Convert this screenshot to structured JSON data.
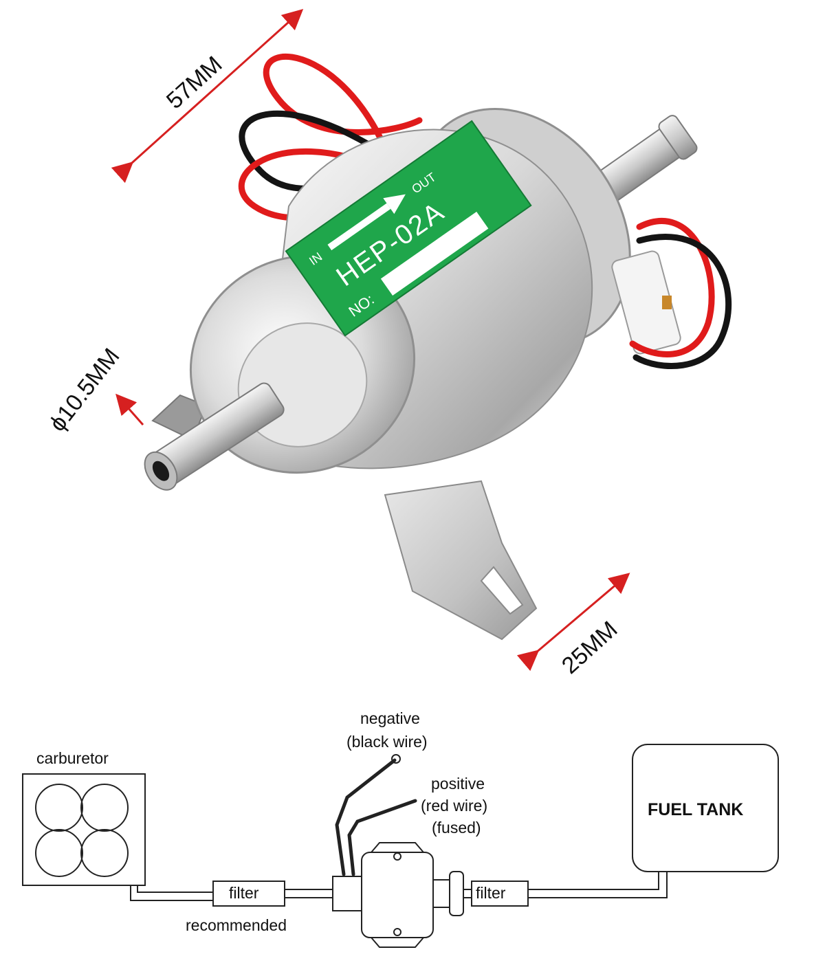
{
  "product": {
    "label": {
      "in": "IN",
      "out": "OUT",
      "model": "HEP-02A",
      "no": "NO:"
    },
    "dimensions": {
      "length": "57MM",
      "diameter": "ϕ10.5MM",
      "bracket": "25MM"
    }
  },
  "diagram": {
    "carburetor": "carburetor",
    "filter_left": "filter",
    "recommended": "recommended",
    "filter_right": "filter",
    "fuel_tank": "FUEL TANK",
    "negative": {
      "line1": "negative",
      "line2": "(black wire)"
    },
    "positive": {
      "line1": "positive",
      "line2": "(red wire)",
      "line3": "(fused)"
    }
  },
  "colors": {
    "label_green": "#1fa64b",
    "wire_red": "#e01b1b",
    "wire_black": "#141414",
    "dimension_red": "#d62020",
    "metal_light": "#f2f2f2",
    "metal_mid": "#c4c4c4",
    "metal_dark": "#8a8a8a"
  }
}
